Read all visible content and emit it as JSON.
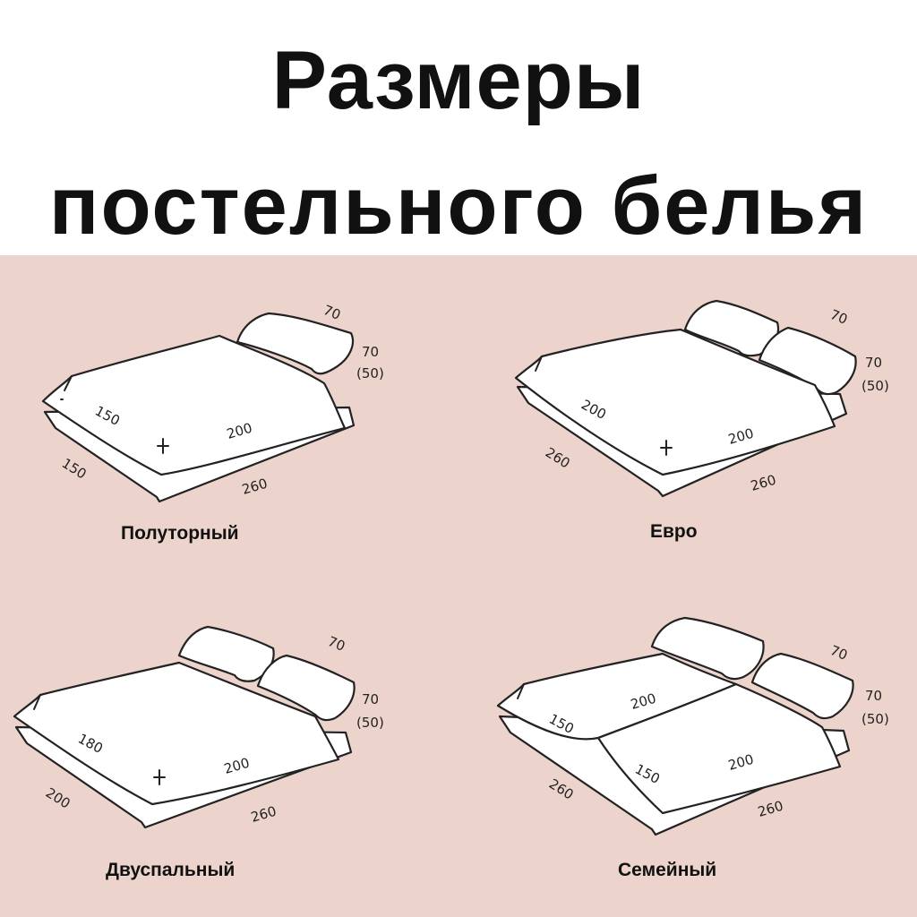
{
  "title": {
    "line1": "Размеры",
    "line2": "постельного  белья"
  },
  "colors": {
    "panel": "#ecd3cb",
    "ink": "#222222"
  },
  "beds": [
    {
      "name": "Полуторный",
      "duvet_width": "150",
      "duvet_length": "200",
      "sheet_width": "150",
      "sheet_length": "260",
      "pillow_width": "70",
      "pillow_length": "70",
      "pillow_alt": "(50)"
    },
    {
      "name": "Евро",
      "duvet_width": "200",
      "duvet_length": "200",
      "sheet_width": "260",
      "sheet_length": "260",
      "pillow_width": "70",
      "pillow_length": "70",
      "pillow_alt": "(50)"
    },
    {
      "name": "Двуспальный",
      "duvet_width": "180",
      "duvet_length": "200",
      "sheet_width": "200",
      "sheet_length": "260",
      "pillow_width": "70",
      "pillow_length": "70",
      "pillow_alt": "(50)"
    },
    {
      "name": "Семейный",
      "duvet_width": "150",
      "duvet_length": "200",
      "duvet2_width": "150",
      "duvet2_length": "200",
      "sheet_width": "260",
      "sheet_length": "260",
      "pillow_width": "70",
      "pillow_length": "70",
      "pillow_alt": "(50)"
    }
  ]
}
